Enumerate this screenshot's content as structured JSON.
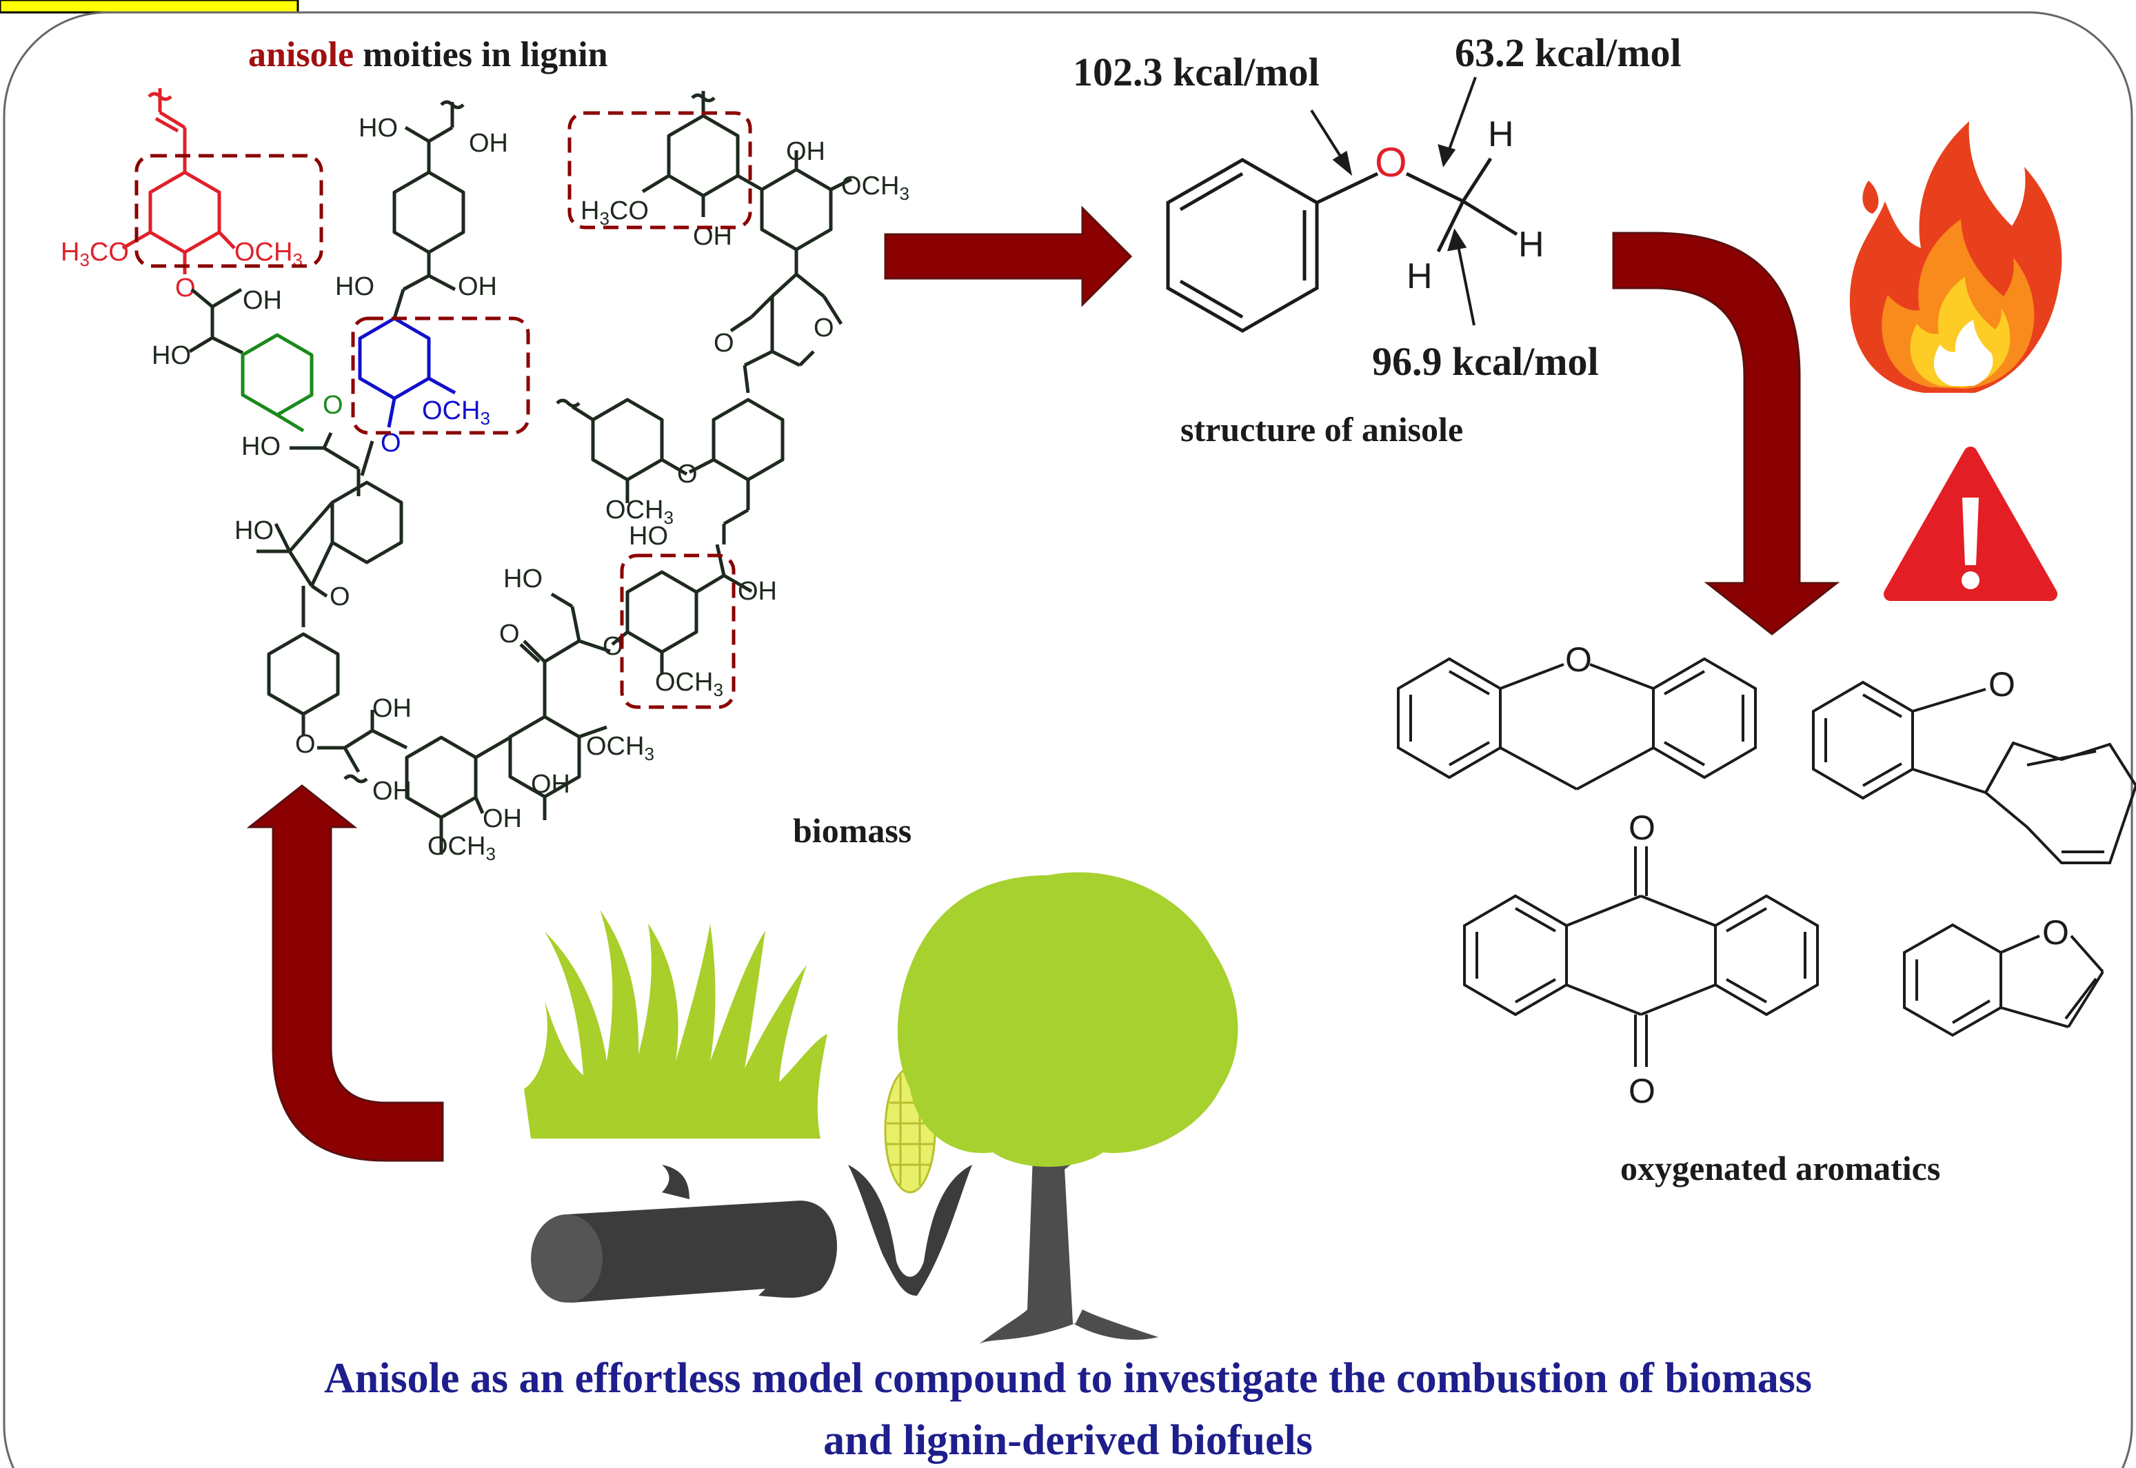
{
  "header_prefix": "anisole",
  "header_rest": " moities in lignin",
  "bde": {
    "o_ring": "102.3 kcal/mol",
    "o_methyl": "63.2 kcal/mol",
    "c_h": "96.9 kcal/mol"
  },
  "anisole_atoms": {
    "oxygen": "O",
    "h": "H"
  },
  "structure_label": "structure of anisole",
  "biomass_label": "biomass",
  "products_label": "oxygenated aromatics",
  "product_atoms": {
    "o": "O"
  },
  "caption_line1": "Anisole as an effortless model compound to investigate the combustion of  biomass",
  "caption_line2": "and lignin-derived biofuels",
  "lignin_labels": {
    "h3co": "H3CO",
    "och3": "OCH3",
    "oh": "OH",
    "ho": "HO",
    "o": "O"
  },
  "colors": {
    "arrow": "#8b0000",
    "caption": "#1e1e8c",
    "accent_red": "#a01010",
    "blue_unit": "#1010cc",
    "green_unit": "#1a8a1a",
    "red_unit": "#e0202a",
    "grass": "#a8cf2a",
    "tree_crown": "#a6d12f",
    "trunk": "#4d4d4d",
    "fire_outer": "#e8401c",
    "warning": "#e31e24"
  },
  "icons": [
    "fire-icon",
    "warning-icon",
    "grass-icon",
    "tree-icon",
    "corn-icon",
    "log-icon"
  ]
}
